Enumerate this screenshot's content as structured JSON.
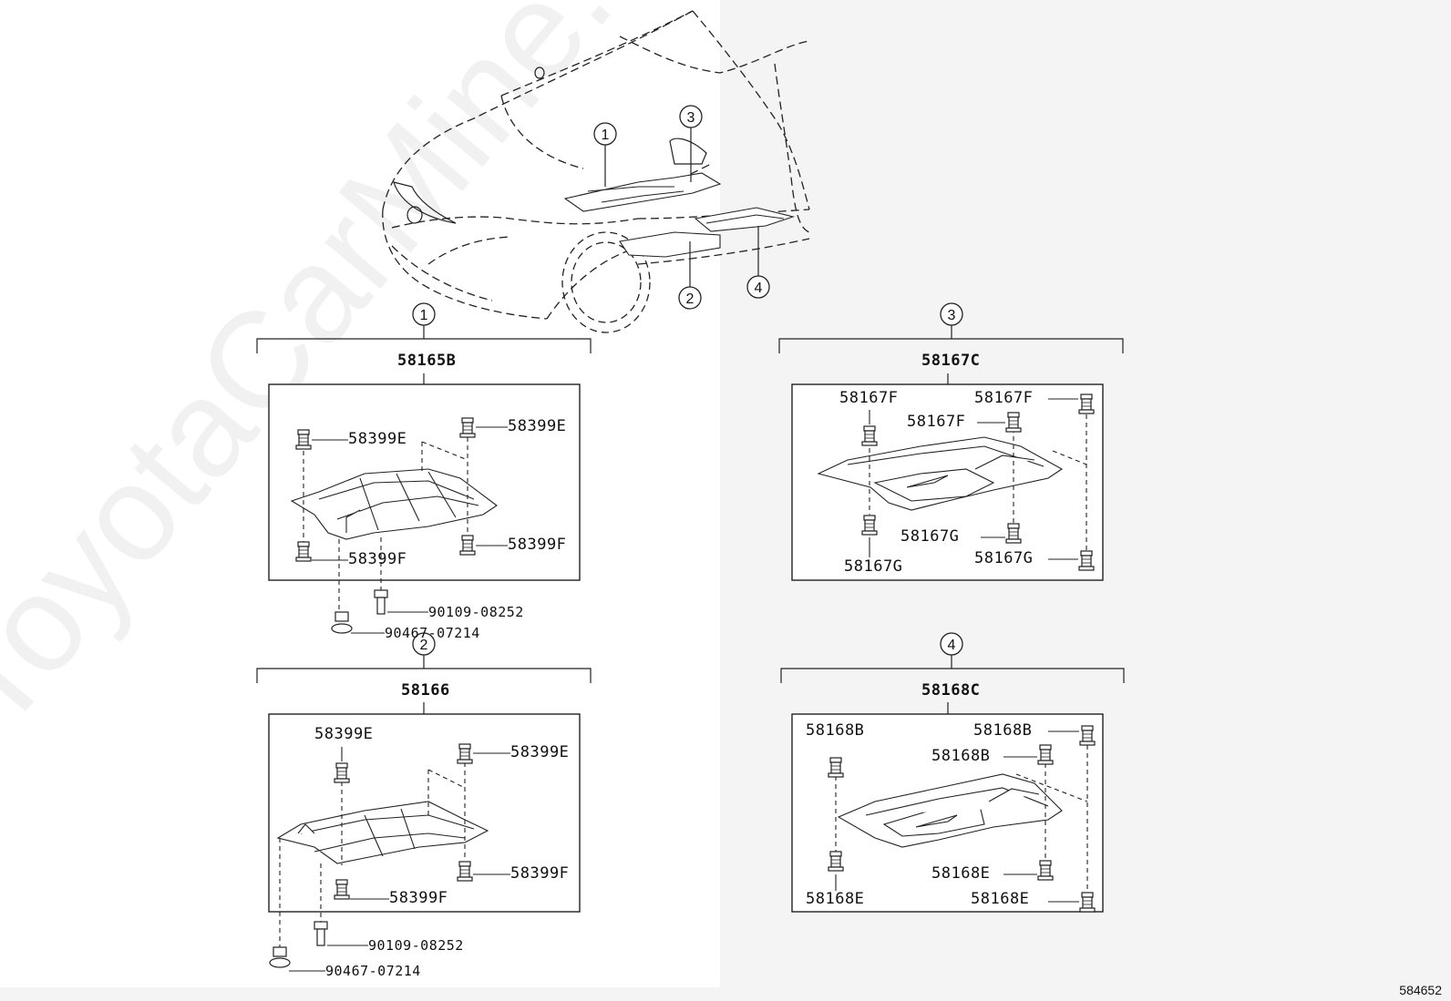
{
  "diagram_code": "584652",
  "watermark": "ToyotaCarMine.ru",
  "callouts": [
    "1",
    "2",
    "3",
    "4"
  ],
  "panels": {
    "p1": {
      "number": "1",
      "assembly": "58165B",
      "parts": [
        "58399E",
        "58399E",
        "58399F",
        "58399F"
      ],
      "fasteners": [
        "90109-08252",
        "90467-07214"
      ]
    },
    "p2": {
      "number": "2",
      "assembly": "58166",
      "parts": [
        "58399E",
        "58399E",
        "58399F",
        "58399F"
      ],
      "fasteners": [
        "90109-08252",
        "90467-07214"
      ]
    },
    "p3": {
      "number": "3",
      "assembly": "58167C",
      "parts": [
        "58167F",
        "58167F",
        "58167F",
        "58167G",
        "58167G",
        "58167G"
      ]
    },
    "p4": {
      "number": "4",
      "assembly": "58168C",
      "parts": [
        "58168B",
        "58168B",
        "58168B",
        "58168E",
        "58168E",
        "58168E"
      ]
    }
  }
}
